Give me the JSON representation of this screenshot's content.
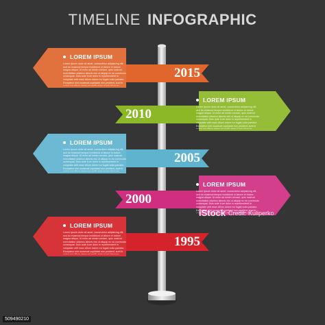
{
  "title": {
    "part1": "TIMELINE",
    "part2": "INFOGRAPHIC"
  },
  "entries": [
    {
      "year": "2015",
      "heading": "LOREM IPSUM",
      "color": "#e0662d",
      "dark": "#a8431a",
      "body": "Lorem ipsum dolor sit amet, consectetur adipisicing elit, sed do eiusmod tempor incididunt ut labore et dolore magna aliqua. Ut enim ad minim veniam, quis nostrud exercitation ullamco laboris nisi ut aliquip ex ea commodo consequat. Duis aute irure dolor in reprehenderit in voluptate velit esse cillum dolore eu fugiat nulla pariatur. Excepteur sint occaecat cupidatat non proident, sunt in culpa qui officia deserunt mollit anim id est laborum."
    },
    {
      "year": "2010",
      "heading": "LOREM IPSUM",
      "color": "#8cb827",
      "dark": "#5e7f14",
      "body": "Lorem ipsum dolor sit amet, consectetur adipisicing elit, sed do eiusmod tempor incididunt ut labore et dolore magna aliqua. Ut enim ad minim veniam, quis nostrud exercitation ullamco laboris nisi ut aliquip ex ea commodo consequat. Duis aute irure dolor in reprehenderit in voluptate velit esse cillum dolore eu fugiat nulla pariatur. Excepteur sint occaecat cupidatat non proident, sunt in culpa qui officia deserunt mollit anim id est laborum."
    },
    {
      "year": "2005",
      "heading": "LOREM IPSUM",
      "color": "#5fb3cf",
      "dark": "#2f7f9c",
      "body": "Lorem ipsum dolor sit amet, consectetur adipisicing elit, sed do eiusmod tempor incididunt ut labore et dolore magna aliqua. Ut enim ad minim veniam, quis nostrud exercitation ullamco laboris nisi ut aliquip ex ea commodo consequat. Duis aute irure dolor in reprehenderit in voluptate velit esse cillum dolore eu fugiat nulla pariatur. Excepteur sint occaecat cupidatat non proident, sunt in culpa qui officia deserunt mollit anim id est laborum."
    },
    {
      "year": "2000",
      "heading": "LOREM IPSUM",
      "color": "#d02f80",
      "dark": "#951a58",
      "body": "Lorem ipsum dolor sit amet, consectetur adipisicing elit, sed do eiusmod tempor incididunt ut labore et dolore magna aliqua. Ut enim ad minim veniam, quis nostrud exercitation ullamco laboris nisi ut aliquip ex ea commodo consequat. Duis aute irure dolor in reprehenderit in voluptate velit esse cillum dolore eu fugiat nulla pariatur. Excepteur sint occaecat cupidatat non proident, sunt in culpa qui officia deserunt mollit anim id est laborum."
    },
    {
      "year": "1995",
      "heading": "LOREM IPSUM",
      "color": "#d4232a",
      "dark": "#951418",
      "body": "Lorem ipsum dolor sit amet, consectetur adipisicing elit, sed do eiusmod tempor incididunt ut labore et dolore magna aliqua. Ut enim ad minim veniam, quis nostrud exercitation ullamco laboris nisi ut aliquip ex ea commodo consequat. Duis aute irure dolor in reprehenderit in voluptate velit esse cillum dolore eu fugiat nulla pariatur. Excepteur sint occaecat cupidatat non proident, sunt in culpa qui officia deserunt mollit anim id est laborum."
    }
  ],
  "watermark": {
    "brand": "iStock",
    "credit": "Credit: Kuliperko"
  },
  "stock_id": "509490210"
}
